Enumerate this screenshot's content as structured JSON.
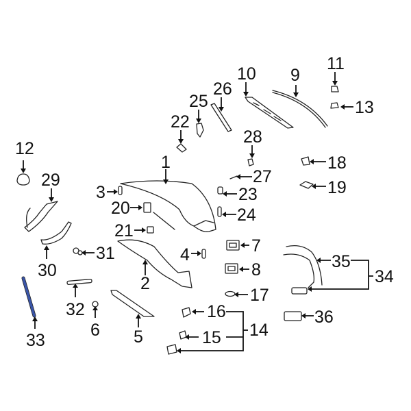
{
  "diagram": {
    "type": "exploded-parts-diagram",
    "subject": "Trunk lid and components",
    "accent_color": "#3a55a8",
    "callouts": [
      {
        "id": "1",
        "label": "1"
      },
      {
        "id": "2",
        "label": "2"
      },
      {
        "id": "3",
        "label": "3"
      },
      {
        "id": "4",
        "label": "4"
      },
      {
        "id": "5",
        "label": "5"
      },
      {
        "id": "6",
        "label": "6"
      },
      {
        "id": "7",
        "label": "7"
      },
      {
        "id": "8",
        "label": "8"
      },
      {
        "id": "9",
        "label": "9"
      },
      {
        "id": "10",
        "label": "10"
      },
      {
        "id": "11",
        "label": "11"
      },
      {
        "id": "12",
        "label": "12"
      },
      {
        "id": "13",
        "label": "13"
      },
      {
        "id": "14",
        "label": "14"
      },
      {
        "id": "15",
        "label": "15"
      },
      {
        "id": "16",
        "label": "16"
      },
      {
        "id": "17",
        "label": "17"
      },
      {
        "id": "18",
        "label": "18"
      },
      {
        "id": "19",
        "label": "19"
      },
      {
        "id": "20",
        "label": "20"
      },
      {
        "id": "21",
        "label": "21"
      },
      {
        "id": "22",
        "label": "22"
      },
      {
        "id": "23",
        "label": "23"
      },
      {
        "id": "24",
        "label": "24"
      },
      {
        "id": "25",
        "label": "25"
      },
      {
        "id": "26",
        "label": "26"
      },
      {
        "id": "27",
        "label": "27"
      },
      {
        "id": "28",
        "label": "28"
      },
      {
        "id": "29",
        "label": "29"
      },
      {
        "id": "30",
        "label": "30"
      },
      {
        "id": "31",
        "label": "31"
      },
      {
        "id": "32",
        "label": "32"
      },
      {
        "id": "33",
        "label": "33",
        "highlighted": true
      },
      {
        "id": "34",
        "label": "34"
      },
      {
        "id": "35",
        "label": "35"
      },
      {
        "id": "36",
        "label": "36"
      }
    ],
    "groups": [
      {
        "parent": "14",
        "children": [
          "15",
          "16"
        ]
      },
      {
        "parent": "34",
        "children": [
          "35"
        ]
      }
    ]
  }
}
